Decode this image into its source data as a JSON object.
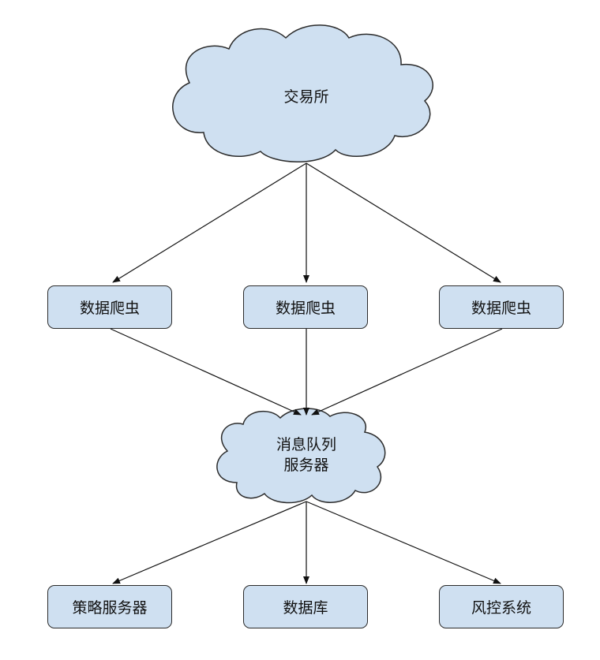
{
  "nodes": {
    "exchange": {
      "label": "交易所"
    },
    "crawlers": [
      {
        "label": "数据爬虫"
      },
      {
        "label": "数据爬虫"
      },
      {
        "label": "数据爬虫"
      }
    ],
    "mq": {
      "line1": "消息队列",
      "line2": "服务器"
    },
    "consumers": [
      {
        "label": "策略服务器"
      },
      {
        "label": "数据库"
      },
      {
        "label": "风控系统"
      }
    ]
  },
  "colors": {
    "node_fill": "#cfe0f1",
    "node_stroke": "#2b2b2b",
    "edge": "#111111"
  }
}
